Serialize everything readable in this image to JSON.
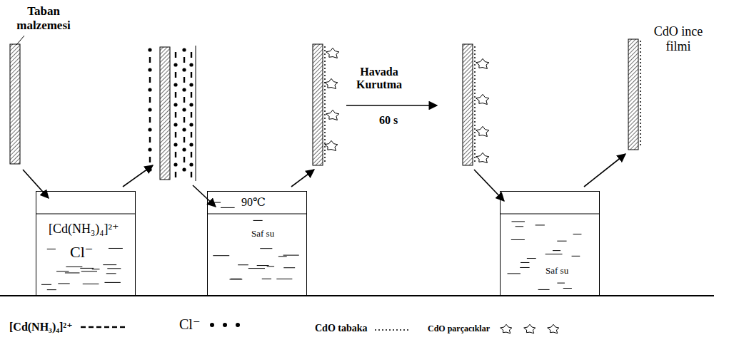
{
  "diagram": {
    "nodes": [
      {
        "text": [
          "[Cd(NH₃)₄]²⁺",
          "Cl⁻"
        ]
      },
      {
        "text": [
          "90℃",
          "Saf su"
        ]
      },
      {
        "text": [
          "Saf su"
        ]
      }
    ],
    "labels": [
      "Taban malzemesi",
      "Havada Kurutma",
      "60 s",
      "CdO ince filmi"
    ],
    "legend": [
      {
        "text": "[Cd(NH₃)₄]²⁺"
      },
      {
        "text": "Cl⁻"
      },
      {
        "text": "CdO tabaka"
      },
      {
        "text": "CdO parçacıklar"
      }
    ]
  }
}
